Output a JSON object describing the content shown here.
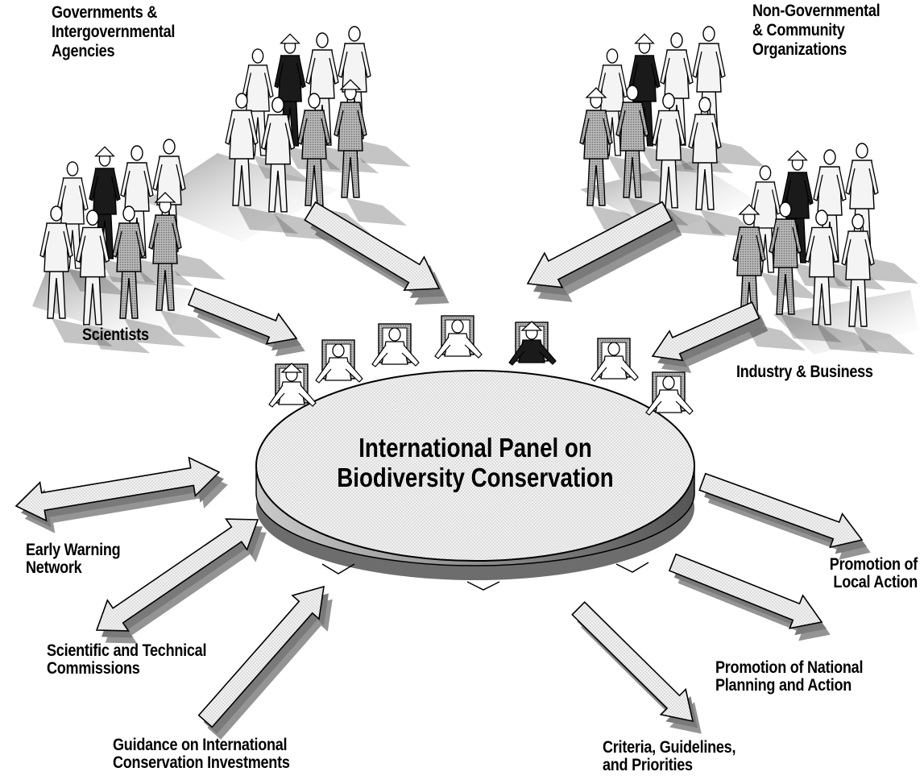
{
  "diagram": {
    "center_title": {
      "line1": "International Panel on",
      "line2": "Biodiversity Conservation"
    },
    "input_groups": {
      "governments": {
        "line1": "Governments &",
        "line2": "Intergovernmental",
        "line3": "Agencies"
      },
      "ngos": {
        "line1": "Non-Governmental",
        "line2": "& Community",
        "line3": "Organizations"
      },
      "scientists": {
        "line1": "Scientists"
      },
      "industry": {
        "line1": "Industry & Business"
      }
    },
    "outputs": {
      "early_warning": {
        "line1": "Early Warning",
        "line2": "Network"
      },
      "commissions": {
        "line1": "Scientific and Technical",
        "line2": "Commissions"
      },
      "investments": {
        "line1": "Guidance on International",
        "line2": "Conservation Investments"
      },
      "criteria": {
        "line1": "Criteria, Guidelines,",
        "line2": "and Priorities"
      },
      "national": {
        "line1": "Promotion of National",
        "line2": "Planning and Action"
      },
      "local": {
        "line1": "Promotion of",
        "line2": "Local Action"
      }
    }
  },
  "colors": {
    "ink": "#000000",
    "arrow_face": "#e8e8e8",
    "arrow_side": "#9a9a9a",
    "table_top": "#ececec",
    "table_edge": "#c8c8c8",
    "person_light": "#f4f4f4",
    "person_mid": "#a8a8a8",
    "person_dark": "#1a1a1a"
  }
}
